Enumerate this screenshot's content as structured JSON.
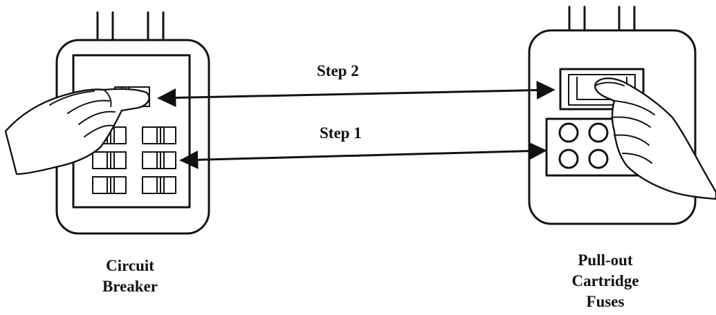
{
  "diagram": {
    "step_labels": {
      "step2": "Step 2",
      "step1": "Step 1"
    },
    "devices": {
      "breaker": {
        "label_lines": [
          "Circuit",
          "Breaker"
        ]
      },
      "fuses": {
        "label_lines": [
          "Pull-out",
          "Cartridge",
          "Fuses"
        ]
      }
    },
    "colors": {
      "ink": "#111111",
      "paper": "#ffffff"
    },
    "icons": [
      "hand-icon",
      "breaker-switch-icon",
      "cartridge-fuse-icon"
    ]
  }
}
